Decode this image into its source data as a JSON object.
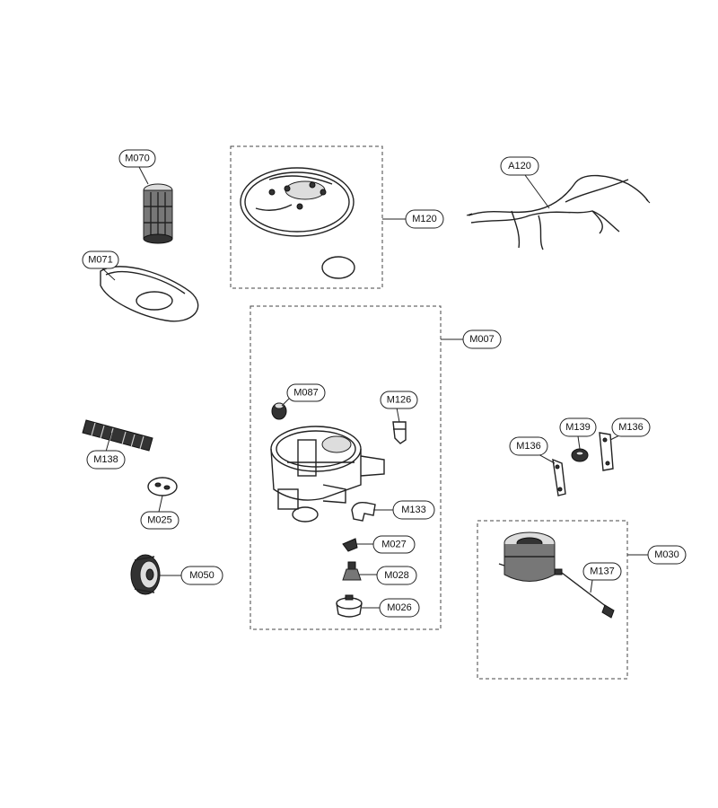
{
  "callouts": {
    "m070": "M070",
    "m071": "M071",
    "m120": "M120",
    "a120": "A120",
    "m007": "M007",
    "m087": "M087",
    "m126": "M126",
    "m138": "M138",
    "m025": "M025",
    "m050": "M050",
    "m133": "M133",
    "m027": "M027",
    "m028": "M028",
    "m026": "M026",
    "m139": "M139",
    "m136_left": "M136",
    "m136_right": "M136",
    "m030": "M030",
    "m137": "M137"
  }
}
